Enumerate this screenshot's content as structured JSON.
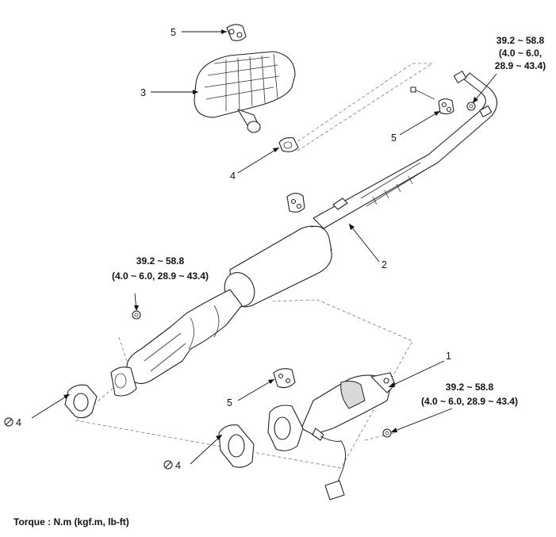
{
  "labels": {
    "part1": "1",
    "part2": "2",
    "part3": "3",
    "part4_upper": "4",
    "part4_left": "4",
    "part4_lower": "4",
    "part5_top": "5",
    "part5_right": "5",
    "part5_lower": "5"
  },
  "torques": {
    "top_right": [
      "39.2 ~ 58.8",
      "(4.0 ~ 6.0,",
      "28.9 ~ 43.4)"
    ],
    "middle_left": [
      "39.2 ~ 58.8",
      "(4.0 ~ 6.0, 28.9 ~ 43.4)"
    ],
    "lower_right": [
      "39.2 ~ 58.8",
      "(4.0 ~ 6.0, 28.9 ~ 43.4)"
    ]
  },
  "caption": "Torque : N.m (kgf.m, lb-ft)",
  "icons": {
    "reuse": "no-reuse-icon"
  }
}
